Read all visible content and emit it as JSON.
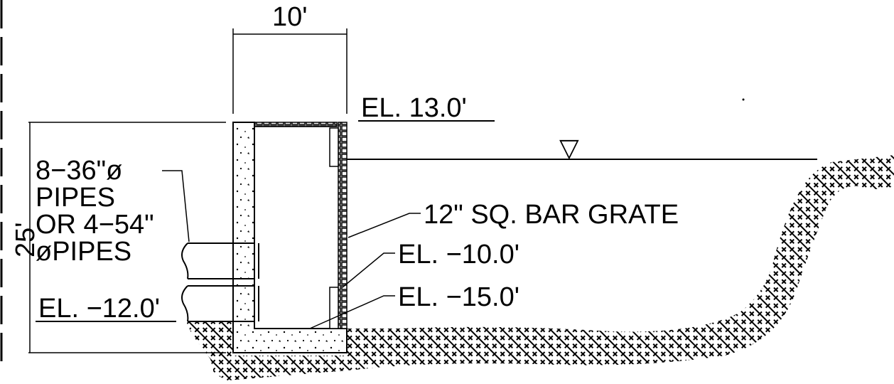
{
  "dimensions": {
    "width_label": "10'",
    "height_label": "25'"
  },
  "elevations": {
    "top": "EL. 13.0'",
    "pipe_invert": "EL. −12.0'",
    "grate_bottom": "EL. −10.0'",
    "floor": "EL. −15.0'"
  },
  "pipe_note": {
    "line1": "8−36\"ø",
    "line2": "PIPES",
    "line3": "OR 4−54\"",
    "line4": "øPIPES"
  },
  "grate_note": "12\" SQ. BAR GRATE",
  "water_symbol": "▽",
  "colors": {
    "ink": "#000000",
    "background": "#ffffff"
  }
}
